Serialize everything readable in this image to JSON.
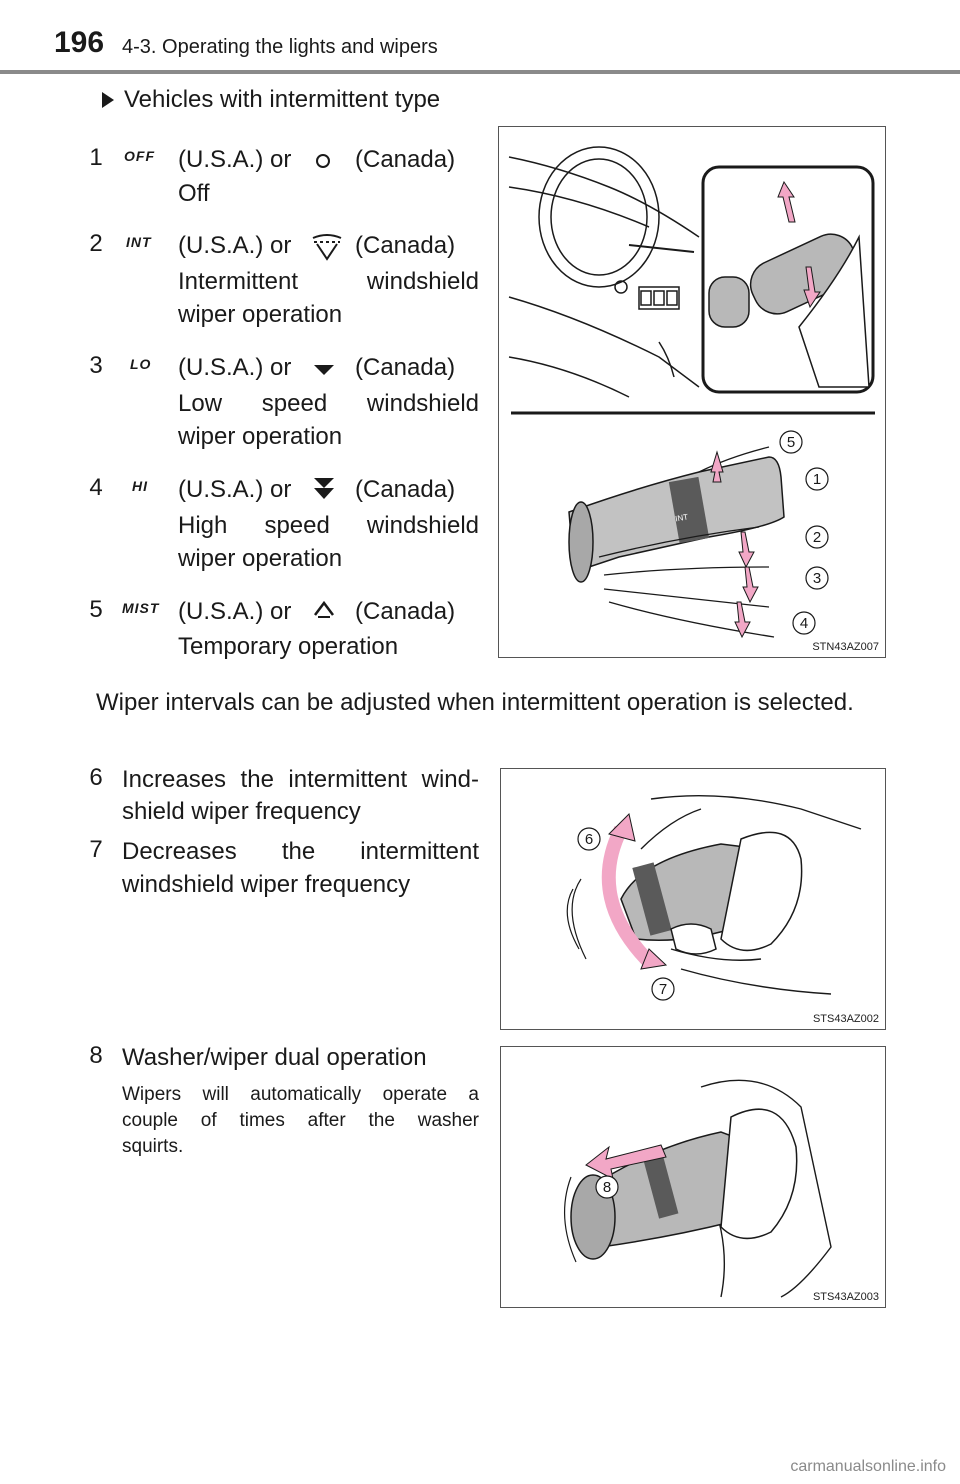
{
  "header": {
    "page_number": "196",
    "section": "4-3. Operating the lights and wipers"
  },
  "subheading": "Vehicles with intermittent type",
  "items": [
    {
      "num": "1",
      "mode": "OFF",
      "usa": "(U.S.A.) or",
      "canada": "(Canada)",
      "desc1": "Off",
      "desc2": ""
    },
    {
      "num": "2",
      "mode": "INT",
      "usa": "(U.S.A.) or",
      "canada": "(Canada)",
      "desc1": "Intermittent windshield",
      "desc2": "wiper operation"
    },
    {
      "num": "3",
      "mode": "LO",
      "usa": "(U.S.A.) or",
      "canada": "(Canada)",
      "desc1": "Low speed windshield",
      "desc2": "wiper operation"
    },
    {
      "num": "4",
      "mode": "HI",
      "usa": "(U.S.A.) or",
      "canada": "(Canada)",
      "desc1": "High speed windshield",
      "desc2": "wiper operation"
    },
    {
      "num": "5",
      "mode": "MIST",
      "usa": "(U.S.A.) or",
      "canada": "(Canada)",
      "desc1": "Temporary operation",
      "desc2": ""
    }
  ],
  "figures": [
    {
      "code": "STN43AZ007",
      "callouts": [
        "5",
        "1",
        "2",
        "3",
        "4"
      ]
    },
    {
      "code": "STS43AZ002",
      "callouts": [
        "6",
        "7"
      ]
    },
    {
      "code": "STS43AZ003",
      "callouts": [
        "8"
      ]
    }
  ],
  "interval_note": "Wiper intervals can be adjusted when intermittent operation is selected.",
  "adjust": [
    {
      "num": "6",
      "line1": "Increases the intermittent wind-",
      "line2": "shield wiper frequency"
    },
    {
      "num": "7",
      "line1": "Decreases the intermittent",
      "line2": "windshield wiper frequency"
    }
  ],
  "dual": {
    "num": "8",
    "title": "Washer/wiper dual operation",
    "body_lines": [
      "Wipers will automatically operate a",
      "couple of times after the washer",
      "squirts."
    ]
  },
  "watermark": "carmanualsonline.info",
  "colors": {
    "accent_pink": "#f2a7c6",
    "lever_gray": "#b8b8b8",
    "line": "#1a1a1a"
  }
}
